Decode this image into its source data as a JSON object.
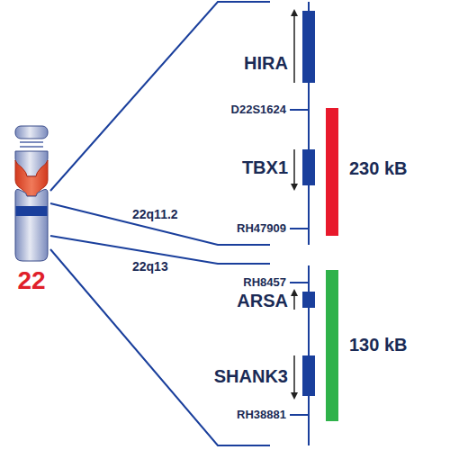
{
  "diagram": {
    "labels": [
      "HIRA",
      "D22S1624",
      "TBX1",
      "230 kB",
      "22q11.2",
      "RH47909",
      "22q13",
      "RH8457",
      "ARSA",
      "130 kB",
      "SHANK3",
      "RH38881",
      "22"
    ]
  }
}
